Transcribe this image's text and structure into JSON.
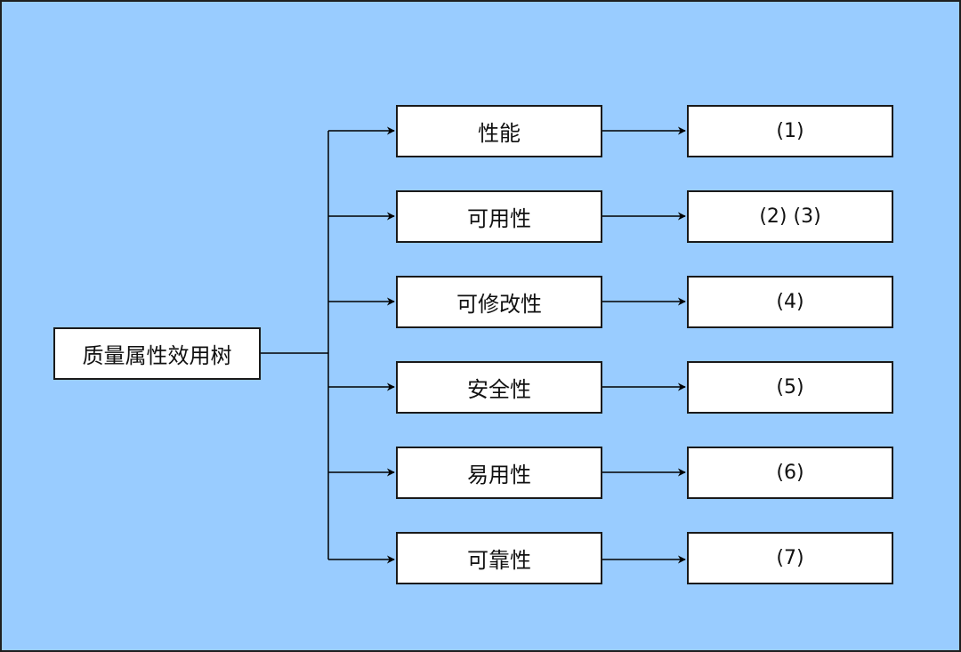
{
  "diagram": {
    "root": "质量属性效用树",
    "attributes": [
      {
        "label": "性能",
        "scenario": "(1)"
      },
      {
        "label": "可用性",
        "scenario": "(2) (3)"
      },
      {
        "label": "可修改性",
        "scenario": "(4)"
      },
      {
        "label": "安全性",
        "scenario": "(5)"
      },
      {
        "label": "易用性",
        "scenario": "(6)"
      },
      {
        "label": "可靠性",
        "scenario": "(7)"
      }
    ]
  },
  "colors": {
    "background": "#99CCFF",
    "box_fill": "#FFFFFF",
    "line": "#000000"
  }
}
